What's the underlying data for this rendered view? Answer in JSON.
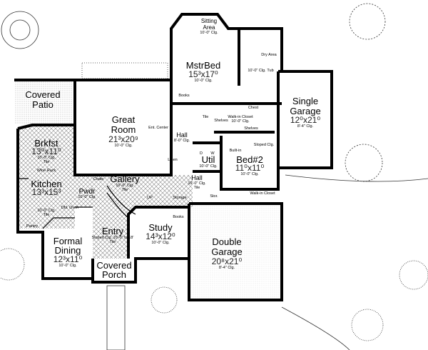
{
  "rooms": [
    {
      "id": "covered-patio",
      "l1": "Covered",
      "l2": "Patio"
    },
    {
      "id": "great-room",
      "l1": "Great",
      "l2": "Room",
      "size": "21³x20⁹",
      "clg": "10'-0\" Clg."
    },
    {
      "id": "brkfst",
      "l1": "Brkfst",
      "size": "13⁰x11⁰",
      "clg": "10'-0\" Clg.",
      "extra": "Tile"
    },
    {
      "id": "kitchen",
      "l1": "Kitchen",
      "size": "13³x15³",
      "clg": "10'-0\" Clg.",
      "extra": "Tile"
    },
    {
      "id": "gallery",
      "l1": "Gallery",
      "clg": "10'-0\" Clg.",
      "extra": "Tile"
    },
    {
      "id": "pwdr",
      "l1": "Pwdr",
      "clg": "10'-0\" Clg."
    },
    {
      "id": "entry",
      "l1": "Entry",
      "clg": "Sloped Clg. 10'-0\" to 18'",
      "extra": "Tile"
    },
    {
      "id": "formal-dining",
      "l1": "Formal",
      "l2": "Dining",
      "size": "12³x11⁰",
      "clg": "10'-0\" Clg."
    },
    {
      "id": "covered-porch",
      "l1": "Covered",
      "l2": "Porch"
    },
    {
      "id": "study",
      "l1": "Study",
      "size": "14³x12⁰",
      "clg": "10'-0\" Clg."
    },
    {
      "id": "double-garage",
      "l1": "Double",
      "l2": "Garage",
      "size": "20⁸x21⁰",
      "clg": "8'-4\" Clg."
    },
    {
      "id": "sitting-area",
      "l1": "Sitting",
      "l2": "Area",
      "clg": "10'-0\" Clg."
    },
    {
      "id": "mstr-bed",
      "l1": "MstrBed",
      "size": "15³x17⁰",
      "clg": "10'-0\" Clg."
    },
    {
      "id": "single-garage",
      "l1": "Single",
      "l2": "Garage",
      "size": "12⁰x21⁰",
      "clg": "8'-4\" Clg."
    },
    {
      "id": "bed-2",
      "l1": "Bed#2",
      "size": "11⁰x11⁰",
      "clg": "10'-0\" Clg."
    },
    {
      "id": "util",
      "l1": "Util",
      "clg": "10'-0\" Clg."
    },
    {
      "id": "hall-1",
      "l1": "Hall",
      "clg": "8'-0\" Clg."
    },
    {
      "id": "hall-2",
      "l1": "Hall",
      "clg": "10'-0\" Clg.",
      "extra": "Tile"
    }
  ],
  "notes": {
    "books1": "Books",
    "books2": "Books",
    "ent_center": "Ent. Center",
    "linen": "Linen",
    "storage": "Storage",
    "up": "UP",
    "coats": "Coats",
    "wine_rack": "Wine Rack",
    "pantry": "Pantry",
    "dbl_oven": "Dbl. Oven",
    "chest": "Chest",
    "walkin_closet": "Walk-in Closet",
    "walkin_clg": "10'-0\" Clg.",
    "shelves": "Shelves",
    "shelves2": "Shelves",
    "builtin": "Built-in",
    "sloped": "Sloped Clg.",
    "walkin2": "Walk-in Closet",
    "dry_area": "Dry Area",
    "tub": "Tub",
    "bath_clg": "10'-0\" Clg.",
    "tile": "Tile",
    "d": "D",
    "w": "W",
    "stor": "Stor."
  }
}
